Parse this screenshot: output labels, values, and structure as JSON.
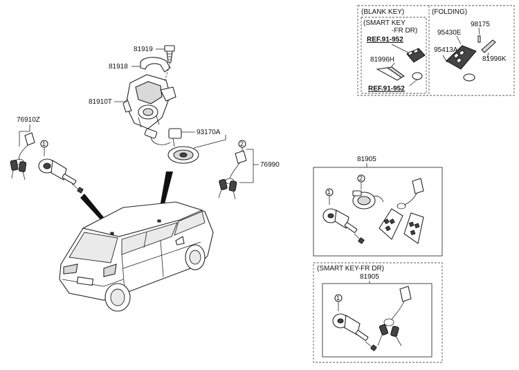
{
  "labels": {
    "p81919": "81919",
    "p81918": "81918",
    "p81910T": "81910T",
    "p93170A": "93170A",
    "p76910Z": "76910Z",
    "p76990": "76990",
    "p81905_a": "81905",
    "p81905_b": "81905",
    "p95430E": "95430E",
    "p98175": "98175",
    "p95413A": "95413A",
    "p81996K": "81996K",
    "p81996H": "81996H"
  },
  "headers": {
    "blank_key": "(BLANK KEY)",
    "folding": "(FOLDING)",
    "smart_key_line1": "(SMART KEY",
    "smart_key_line2": "-FR DR)",
    "smart_key_fr_dr": "(SMART KEY-FR DR)"
  },
  "refs": {
    "ref_top": "REF.91-952",
    "ref_bottom": "REF.91-952"
  },
  "callouts": {
    "c1_left": "1",
    "c2_right": "2",
    "c1_box_a": "1",
    "c2_box_a": "2",
    "c1_box_b": "1"
  }
}
